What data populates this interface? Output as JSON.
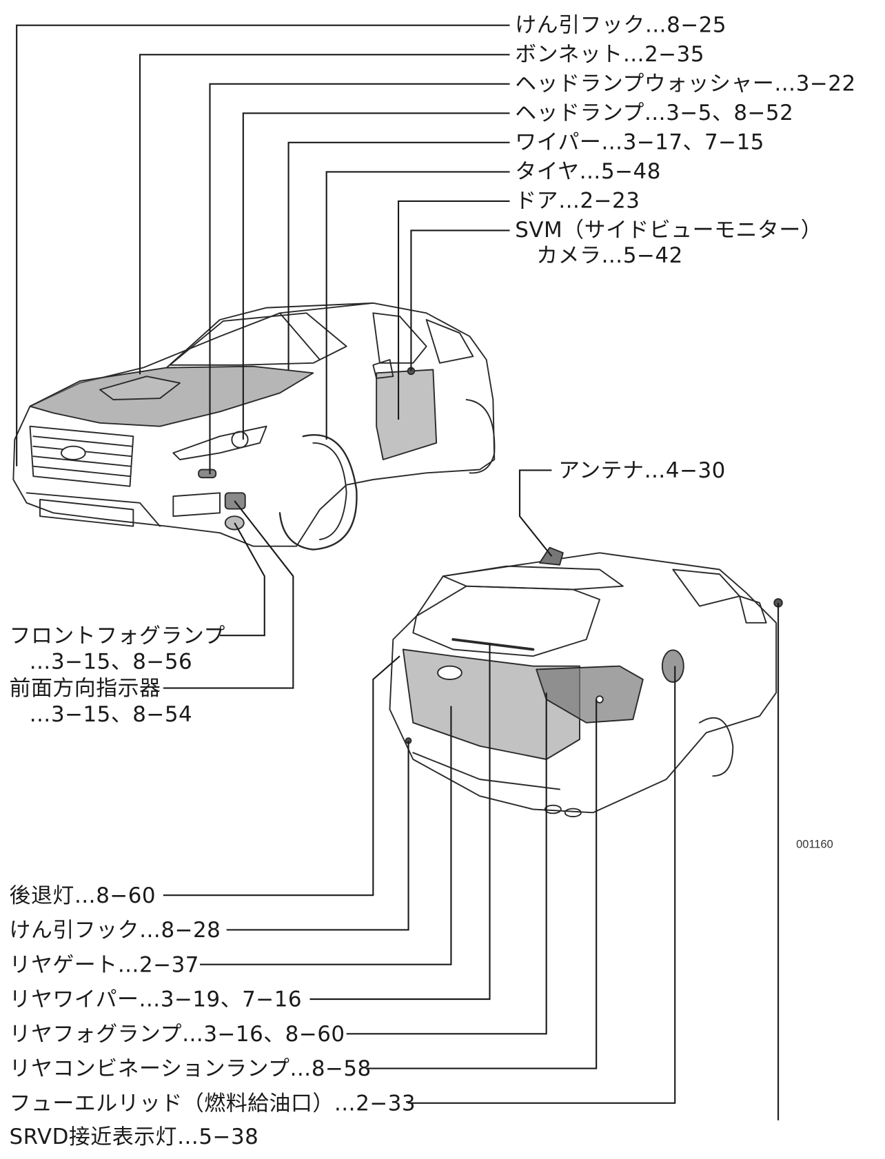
{
  "figure_code": "001160",
  "front_labels": [
    {
      "id": "tow-hook-front",
      "text": "けん引フック…8−25"
    },
    {
      "id": "bonnet",
      "text": "ボンネット…2−35"
    },
    {
      "id": "headlamp-washer",
      "text": "ヘッドランプウォッシャー…3−22"
    },
    {
      "id": "headlamp",
      "text": "ヘッドランプ…3−5、8−52"
    },
    {
      "id": "wiper",
      "text": "ワイパー…3−17、7−15"
    },
    {
      "id": "tire",
      "text": "タイヤ…5−48"
    },
    {
      "id": "door",
      "text": "ドア…2−23"
    },
    {
      "id": "svm-camera",
      "text": "SVM（サイドビューモニター）",
      "text2": "カメラ…5−42"
    }
  ],
  "antenna_label": {
    "id": "antenna",
    "text": "アンテナ…4−30"
  },
  "left_labels": [
    {
      "id": "front-fog-lamp",
      "text": "フロントフォグランプ",
      "text2": "…3−15、8−56"
    },
    {
      "id": "front-turn-signal",
      "text": "前面方向指示器",
      "text2": "…3−15、8−54"
    }
  ],
  "rear_labels": [
    {
      "id": "backup-lamp",
      "text": "後退灯…8−60"
    },
    {
      "id": "tow-hook-rear",
      "text": "けん引フック…8−28"
    },
    {
      "id": "rear-gate",
      "text": "リヤゲート…2−37"
    },
    {
      "id": "rear-wiper",
      "text": "リヤワイパー…3−19、7−16"
    },
    {
      "id": "rear-fog-lamp",
      "text": "リヤフォグランプ…3−16、8−60"
    },
    {
      "id": "rear-combination-lamp",
      "text": "リヤコンビネーションランプ…8−58"
    },
    {
      "id": "fuel-lid",
      "text": "フューエルリッド（燃料給油口）…2−33"
    },
    {
      "id": "srvd-lamp",
      "text": "SRVD接近表示灯…5−38"
    }
  ]
}
